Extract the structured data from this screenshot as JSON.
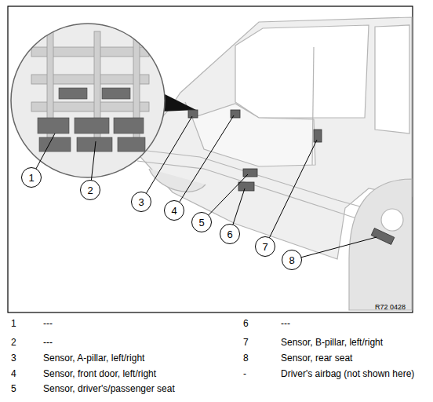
{
  "diagram": {
    "nodes": [
      {
        "text": [
          "1"
        ]
      },
      {
        "text": [
          "2"
        ]
      },
      {
        "text": [
          "3"
        ]
      },
      {
        "text": [
          "4"
        ]
      },
      {
        "text": [
          "5"
        ]
      },
      {
        "text": [
          "6"
        ]
      },
      {
        "text": [
          "7"
        ]
      },
      {
        "text": [
          "8"
        ]
      }
    ],
    "labels": [
      "R72 0428",
      "1",
      "---",
      "6",
      "---",
      "2",
      "---",
      "7",
      "Sensor, B-pillar, left/right",
      "3",
      "Sensor, A-pillar, left/right",
      "8",
      "Sensor, rear seat",
      "4",
      "Sensor, front door, left/right",
      "-",
      "Driver's airbag (not shown here)",
      "5",
      "Sensor, driver's/passenger seat"
    ]
  }
}
